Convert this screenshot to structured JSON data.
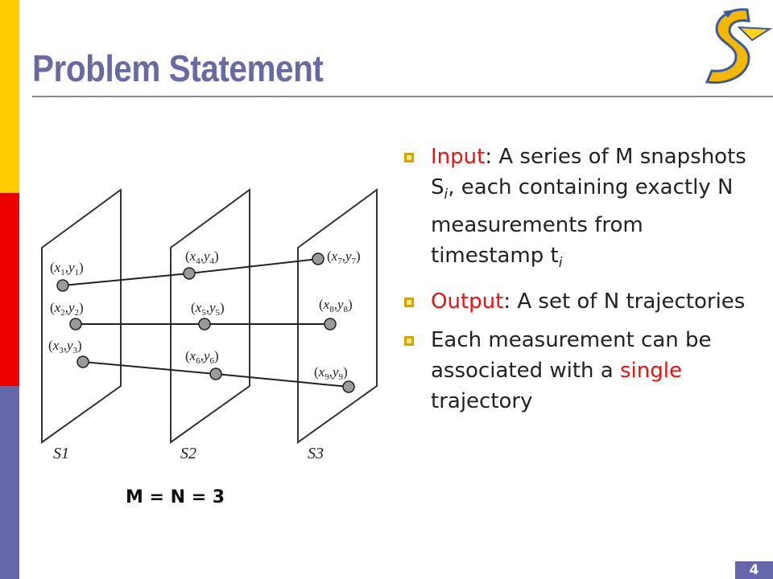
{
  "slide": {
    "title": "Problem Statement",
    "page_number": "4",
    "bullets": [
      {
        "label": "Input",
        "text": ": A series of M snapshots S",
        "sub": "i",
        "text2": ", each containing exactly N measurements from timestamp t",
        "sub2": "i"
      },
      {
        "label": "Output",
        "text": ": A set of N trajectories"
      },
      {
        "pre": "Each measurement can be associated with a ",
        "highlight": "single",
        "post": " trajectory"
      }
    ],
    "equation": "M = N = 3"
  },
  "diagram": {
    "snapshots": [
      "S1",
      "S2",
      "S3"
    ],
    "measurements": [
      {
        "x": "x",
        "xsub": "1",
        "y": "y",
        "ysub": "1"
      },
      {
        "x": "x",
        "xsub": "2",
        "y": "y",
        "ysub": "2"
      },
      {
        "x": "x",
        "xsub": "3",
        "y": "y",
        "ysub": "3"
      },
      {
        "x": "x",
        "xsub": "4",
        "y": "y",
        "ysub": "4"
      },
      {
        "x": "x",
        "xsub": "5",
        "y": "y",
        "ysub": "5"
      },
      {
        "x": "x",
        "xsub": "6",
        "y": "y",
        "ysub": "6"
      },
      {
        "x": "x",
        "xsub": "7",
        "y": "y",
        "ysub": "7"
      },
      {
        "x": "x",
        "xsub": "8",
        "y": "y",
        "ysub": "8"
      },
      {
        "x": "x",
        "xsub": "9",
        "y": "y",
        "ysub": "9"
      }
    ],
    "trajectories": [
      [
        1,
        4,
        7
      ],
      [
        2,
        5,
        8
      ],
      [
        3,
        6,
        9
      ]
    ]
  },
  "colors": {
    "accent_yellow": "#ffcc00",
    "accent_red": "#ee0000",
    "accent_blue": "#6666aa",
    "title": "#6a6aa3",
    "highlight": "#ee1111"
  },
  "icons": {
    "logo": "logo-icon",
    "bullet": "square-bullet-icon"
  }
}
